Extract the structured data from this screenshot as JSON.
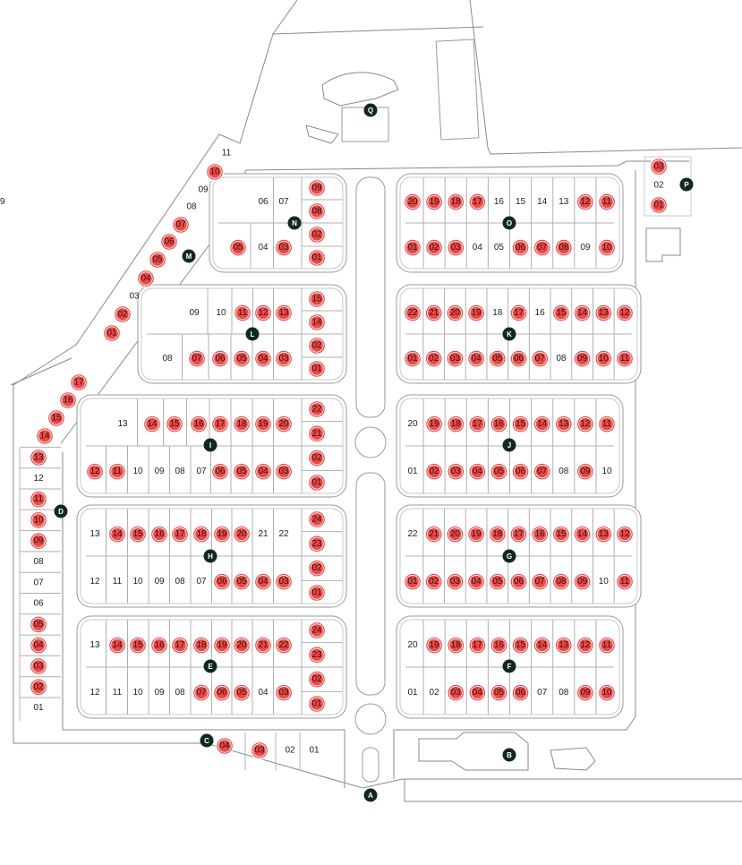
{
  "map": {
    "title": "",
    "colors": {
      "sold": "#e84a48",
      "marker": "#0f2a1c",
      "lines": "#8a8a8a"
    },
    "markers": [
      "A",
      "B",
      "C",
      "D",
      "E",
      "F",
      "G",
      "H",
      "I",
      "J",
      "K",
      "L",
      "M",
      "N",
      "O",
      "P",
      "Q"
    ],
    "blocks": [
      {
        "id": "N",
        "top": [
          "06",
          "07",
          "09"
        ],
        "bottom": [
          "05",
          "04",
          "03"
        ],
        "side": [
          "09",
          "08",
          "02",
          "01"
        ],
        "sold": [
          "09",
          "08",
          "02",
          "01",
          "05",
          "03"
        ]
      },
      {
        "id": "O",
        "top": [
          "20",
          "19",
          "18",
          "17",
          "16",
          "15",
          "14",
          "13",
          "12",
          "11"
        ],
        "bottom": [
          "01",
          "02",
          "03",
          "04",
          "05",
          "06",
          "07",
          "08",
          "09",
          "10"
        ],
        "sold": [
          "20",
          "19",
          "18",
          "17",
          "12",
          "11",
          "01",
          "02",
          "03",
          "06",
          "07",
          "08",
          "10"
        ]
      },
      {
        "id": "L",
        "top": [
          "09",
          "10",
          "11",
          "12",
          "13"
        ],
        "bottom": [
          "08",
          "07",
          "06",
          "05",
          "04",
          "03"
        ],
        "side": [
          "15",
          "14",
          "02",
          "01"
        ],
        "sold": [
          "11",
          "12",
          "13",
          "07",
          "06",
          "05",
          "04",
          "03",
          "15",
          "14",
          "02",
          "01"
        ]
      },
      {
        "id": "K",
        "top": [
          "22",
          "21",
          "20",
          "19",
          "18",
          "17",
          "16",
          "15",
          "14",
          "13",
          "12"
        ],
        "bottom": [
          "01",
          "02",
          "03",
          "04",
          "05",
          "06",
          "07",
          "08",
          "09",
          "10",
          "11"
        ],
        "sold": [
          "22",
          "21",
          "20",
          "19",
          "17",
          "15",
          "14",
          "13",
          "12",
          "01",
          "02",
          "03",
          "04",
          "05",
          "06",
          "07",
          "09",
          "10",
          "11"
        ]
      },
      {
        "id": "I",
        "top": [
          "13",
          "14",
          "15",
          "16",
          "17",
          "18",
          "19",
          "20"
        ],
        "bottom": [
          "12",
          "11",
          "10",
          "09",
          "08",
          "07",
          "06",
          "05",
          "04",
          "03"
        ],
        "side": [
          "22",
          "21",
          "02",
          "01"
        ],
        "sold": [
          "14",
          "15",
          "16",
          "17",
          "18",
          "19",
          "20",
          "12",
          "11",
          "06",
          "05",
          "04",
          "03",
          "22",
          "21",
          "02",
          "01"
        ]
      },
      {
        "id": "J",
        "top": [
          "20",
          "19",
          "18",
          "17",
          "16",
          "15",
          "14",
          "13",
          "12",
          "11"
        ],
        "bottom": [
          "01",
          "02",
          "03",
          "04",
          "05",
          "06",
          "07",
          "08",
          "09",
          "10"
        ],
        "sold": [
          "19",
          "18",
          "17",
          "16",
          "15",
          "14",
          "13",
          "12",
          "11",
          "02",
          "03",
          "04",
          "05",
          "06",
          "07",
          "09"
        ]
      },
      {
        "id": "H",
        "top": [
          "13",
          "14",
          "15",
          "16",
          "17",
          "18",
          "19",
          "20",
          "21",
          "22"
        ],
        "bottom": [
          "12",
          "11",
          "10",
          "09",
          "08",
          "07",
          "06",
          "05",
          "04",
          "03"
        ],
        "side": [
          "24",
          "23",
          "02",
          "01"
        ],
        "sold": [
          "14",
          "15",
          "16",
          "17",
          "18",
          "19",
          "20",
          "06",
          "05",
          "04",
          "03",
          "24",
          "23",
          "02",
          "01"
        ]
      },
      {
        "id": "G",
        "top": [
          "22",
          "21",
          "20",
          "19",
          "18",
          "17",
          "16",
          "15",
          "14",
          "13",
          "12"
        ],
        "bottom": [
          "01",
          "02",
          "03",
          "04",
          "05",
          "06",
          "07",
          "08",
          "09",
          "10",
          "11"
        ],
        "sold": [
          "21",
          "20",
          "19",
          "18",
          "17",
          "16",
          "15",
          "14",
          "13",
          "12",
          "01",
          "02",
          "03",
          "04",
          "05",
          "06",
          "07",
          "08",
          "09",
          "11"
        ]
      },
      {
        "id": "E",
        "top": [
          "13",
          "14",
          "15",
          "16",
          "17",
          "18",
          "19",
          "20",
          "21",
          "22"
        ],
        "bottom": [
          "12",
          "11",
          "10",
          "09",
          "08",
          "07",
          "06",
          "05",
          "04",
          "03"
        ],
        "side": [
          "24",
          "23",
          "02",
          "01"
        ],
        "sold": [
          "14",
          "15",
          "16",
          "17",
          "18",
          "19",
          "20",
          "21",
          "22",
          "07",
          "06",
          "05",
          "03",
          "24",
          "23",
          "02",
          "01"
        ]
      },
      {
        "id": "F",
        "top": [
          "20",
          "19",
          "18",
          "17",
          "16",
          "15",
          "14",
          "13",
          "12",
          "11"
        ],
        "bottom": [
          "01",
          "02",
          "03",
          "04",
          "05",
          "06",
          "07",
          "08",
          "09",
          "10"
        ],
        "sold": [
          "19",
          "18",
          "17",
          "16",
          "15",
          "14",
          "13",
          "12",
          "11",
          "03",
          "04",
          "05",
          "06",
          "09",
          "10"
        ]
      },
      {
        "id": "M",
        "lots": [
          "11",
          "10",
          "09",
          "08",
          "07",
          "06",
          "05",
          "04",
          "03",
          "02",
          "01"
        ],
        "sold": [
          "10",
          "07",
          "06",
          "05",
          "04",
          "02",
          "01"
        ]
      },
      {
        "id": "D",
        "lots": [
          "17",
          "16",
          "15",
          "14",
          "13",
          "12",
          "11",
          "10",
          "09",
          "08",
          "07",
          "06",
          "05",
          "04",
          "03",
          "02",
          "01"
        ],
        "sold": [
          "17",
          "16",
          "15",
          "14",
          "13",
          "11",
          "10",
          "09",
          "05",
          "04",
          "03",
          "02"
        ]
      },
      {
        "id": "C",
        "lots": [
          "04",
          "03",
          "02",
          "01"
        ],
        "sold": [
          "04",
          "03"
        ]
      },
      {
        "id": "P",
        "lots": [
          "03",
          "02",
          "01"
        ],
        "sold": [
          "03",
          "01"
        ]
      }
    ]
  }
}
